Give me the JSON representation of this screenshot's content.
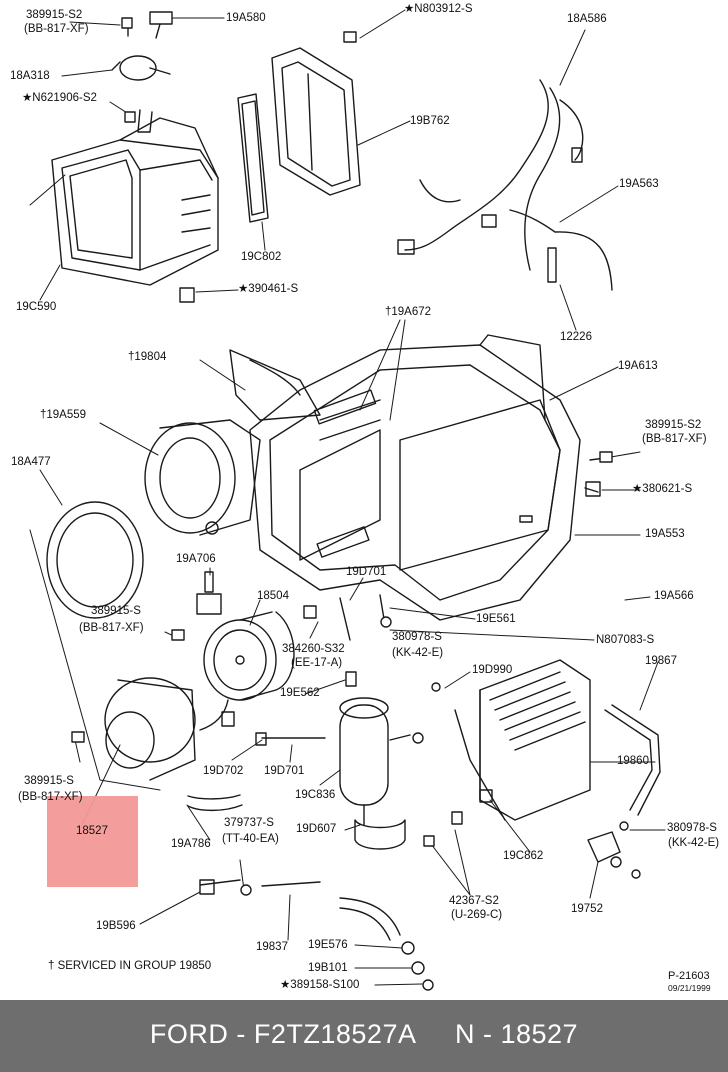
{
  "diagram": {
    "labels": [
      {
        "id": "l1",
        "text": "389915-S2"
      },
      {
        "id": "l2",
        "text": "(BB-817-XF)"
      },
      {
        "id": "l3",
        "text": "19A580"
      },
      {
        "id": "l4",
        "text": "★N803912-S"
      },
      {
        "id": "l5",
        "text": "18A586"
      },
      {
        "id": "l6",
        "text": "18A318"
      },
      {
        "id": "l7",
        "text": "★N621906-S2"
      },
      {
        "id": "l8",
        "text": "19B762"
      },
      {
        "id": "l9",
        "text": "19A563"
      },
      {
        "id": "l10",
        "text": "19C802"
      },
      {
        "id": "l11",
        "text": "★390461-S"
      },
      {
        "id": "l12",
        "text": "19C590"
      },
      {
        "id": "l13",
        "text": "12226"
      },
      {
        "id": "l14",
        "text": "†19A672"
      },
      {
        "id": "l15",
        "text": "†19804"
      },
      {
        "id": "l16",
        "text": "19A613"
      },
      {
        "id": "l17",
        "text": "†19A559"
      },
      {
        "id": "l18",
        "text": "389915-S2"
      },
      {
        "id": "l19",
        "text": "(BB-817-XF)"
      },
      {
        "id": "l20",
        "text": "18A477"
      },
      {
        "id": "l21",
        "text": "★380621-S"
      },
      {
        "id": "l22",
        "text": "19A553"
      },
      {
        "id": "l23",
        "text": "19A706"
      },
      {
        "id": "l24",
        "text": "19D701"
      },
      {
        "id": "l25",
        "text": "19A566"
      },
      {
        "id": "l26",
        "text": "18504"
      },
      {
        "id": "l27",
        "text": "389915-S"
      },
      {
        "id": "l28",
        "text": "(BB-817-XF)"
      },
      {
        "id": "l29",
        "text": "19E561"
      },
      {
        "id": "l30",
        "text": "380978-S"
      },
      {
        "id": "l31",
        "text": "N807083-S"
      },
      {
        "id": "l32",
        "text": "384260-S32"
      },
      {
        "id": "l33",
        "text": "(EE-17-A)"
      },
      {
        "id": "l34",
        "text": "(KK-42-E)"
      },
      {
        "id": "l35",
        "text": "19D990"
      },
      {
        "id": "l36",
        "text": "19867"
      },
      {
        "id": "l37",
        "text": "19E562"
      },
      {
        "id": "l38",
        "text": "19D702"
      },
      {
        "id": "l39",
        "text": "19D701"
      },
      {
        "id": "l40",
        "text": "19860"
      },
      {
        "id": "l41",
        "text": "389915-S"
      },
      {
        "id": "l42",
        "text": "(BB-817-XF)"
      },
      {
        "id": "l43",
        "text": "19C836"
      },
      {
        "id": "l44",
        "text": "380978-S"
      },
      {
        "id": "l45",
        "text": "(KK-42-E)"
      },
      {
        "id": "l46",
        "text": "18527"
      },
      {
        "id": "l47",
        "text": "379737-S"
      },
      {
        "id": "l48",
        "text": "(TT-40-EA)"
      },
      {
        "id": "l49",
        "text": "19D607"
      },
      {
        "id": "l50",
        "text": "19C862"
      },
      {
        "id": "l51",
        "text": "19A786"
      },
      {
        "id": "l52",
        "text": "42367-S2"
      },
      {
        "id": "l53",
        "text": "(U-269-C)"
      },
      {
        "id": "l54",
        "text": "19752"
      },
      {
        "id": "l55",
        "text": "19B596"
      },
      {
        "id": "l56",
        "text": "19837"
      },
      {
        "id": "l57",
        "text": "19E576"
      },
      {
        "id": "l58",
        "text": "19B101"
      },
      {
        "id": "l59",
        "text": "★389158-S100"
      }
    ],
    "footnote": "†   SERVICED IN GROUP 19850",
    "ref_code": "P-21603",
    "ref_date": "09/21/1999"
  },
  "highlight_color": "#f39898",
  "footer": {
    "text": "FORD - F2TZ18527A     N - 18527",
    "background": "#6e6e6e",
    "color": "#ffffff"
  }
}
